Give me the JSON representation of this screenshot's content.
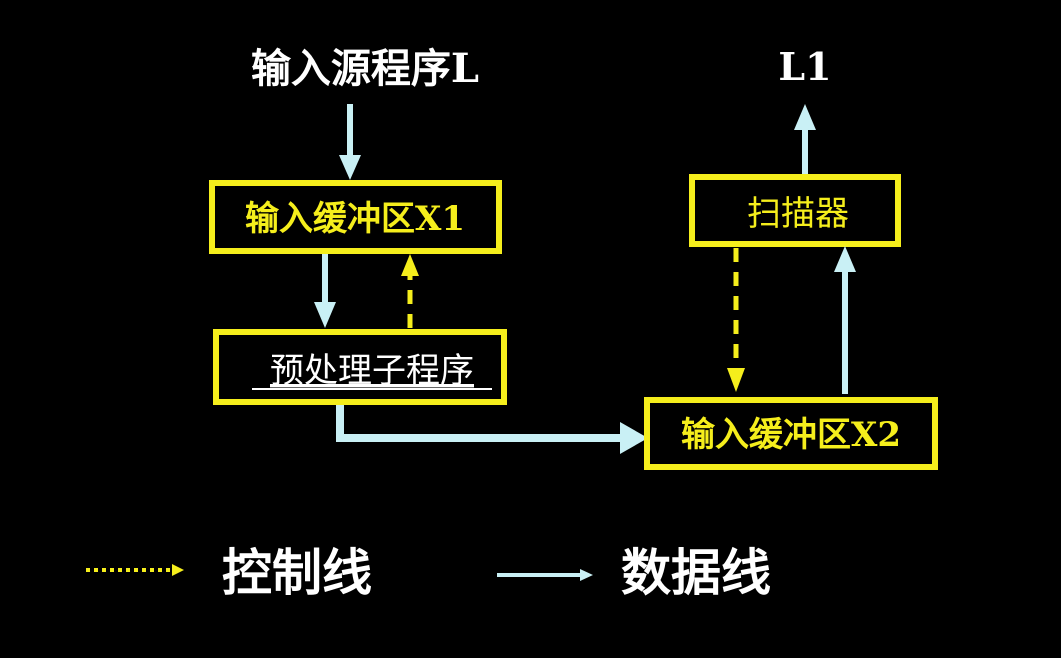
{
  "colors": {
    "background": "#000000",
    "box_border": "#f5ee1c",
    "box_text": "#f5ee1c",
    "data_line": "#c9f0f5",
    "control_line": "#f5ee1c",
    "white_text": "#ffffff"
  },
  "diagram": {
    "input_label": "输入源程序L",
    "output_label": "L1",
    "nodes": {
      "buffer_x1": "输入缓冲区X1",
      "preprocessor": "预处理子程序",
      "scanner": "扫描器",
      "buffer_x2": "输入缓冲区X2"
    },
    "edges": [
      {
        "from": "input_label",
        "to": "buffer_x1",
        "kind": "data"
      },
      {
        "from": "buffer_x1",
        "to": "preprocessor",
        "kind": "data"
      },
      {
        "from": "preprocessor",
        "to": "buffer_x1",
        "kind": "control"
      },
      {
        "from": "preprocessor",
        "to": "buffer_x2",
        "kind": "data"
      },
      {
        "from": "scanner",
        "to": "buffer_x2",
        "kind": "control"
      },
      {
        "from": "buffer_x2",
        "to": "scanner",
        "kind": "data"
      },
      {
        "from": "scanner",
        "to": "output_label",
        "kind": "data"
      }
    ]
  },
  "legend": {
    "control_label": "控制线",
    "data_label": "数据线"
  }
}
